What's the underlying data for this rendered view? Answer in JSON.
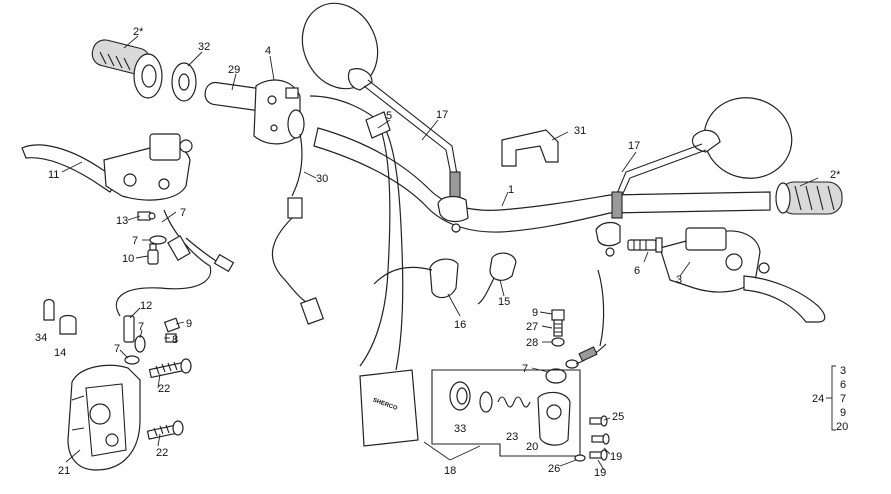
{
  "callouts": {
    "c1": "1",
    "c2a": "2*",
    "c2b": "2*",
    "c3": "3",
    "c4": "4",
    "c5": "5",
    "c6": "6",
    "c7a": "7",
    "c7b": "7",
    "c7c": "7",
    "c7d": "7",
    "c7e": "7",
    "c8": "8",
    "c9a": "9",
    "c9b": "9",
    "c10": "10",
    "c11": "11",
    "c12": "12",
    "c13": "13",
    "c14": "14",
    "c15": "15",
    "c16": "16",
    "c17a": "17",
    "c17b": "17",
    "c18": "18",
    "c19a": "19",
    "c19b": "19",
    "c20": "20",
    "c21": "21",
    "c22a": "22",
    "c22b": "22",
    "c23": "23",
    "c25": "25",
    "c26": "26",
    "c27": "27",
    "c28": "28",
    "c29": "29",
    "c30": "30",
    "c31": "31",
    "c32": "32",
    "c33": "33",
    "c34": "34"
  },
  "kit_bracket": {
    "label": "24",
    "items": [
      "3",
      "6",
      "7",
      "9",
      "20"
    ]
  },
  "bag_brand_text": "SHERCO"
}
